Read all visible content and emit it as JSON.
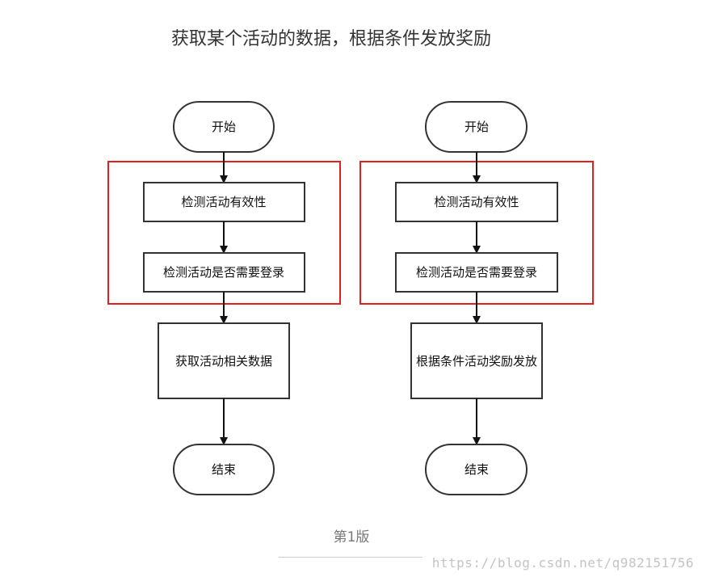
{
  "title": "获取某个活动的数据，根据条件发放奖励",
  "caption": "第1版",
  "watermark": "https://blog.csdn.net/q982151756",
  "colors": {
    "highlight": "#e02020",
    "stroke": "#333333"
  },
  "flows": [
    {
      "start": "开始",
      "check_valid": "检测活动有效性",
      "check_login": "检测活动是否需要登录",
      "action": "获取活动相关数据",
      "end": "结束"
    },
    {
      "start": "开始",
      "check_valid": "检测活动有效性",
      "check_login": "检测活动是否需要登录",
      "action": "根据条件活动奖励发放",
      "end": "结束"
    }
  ]
}
